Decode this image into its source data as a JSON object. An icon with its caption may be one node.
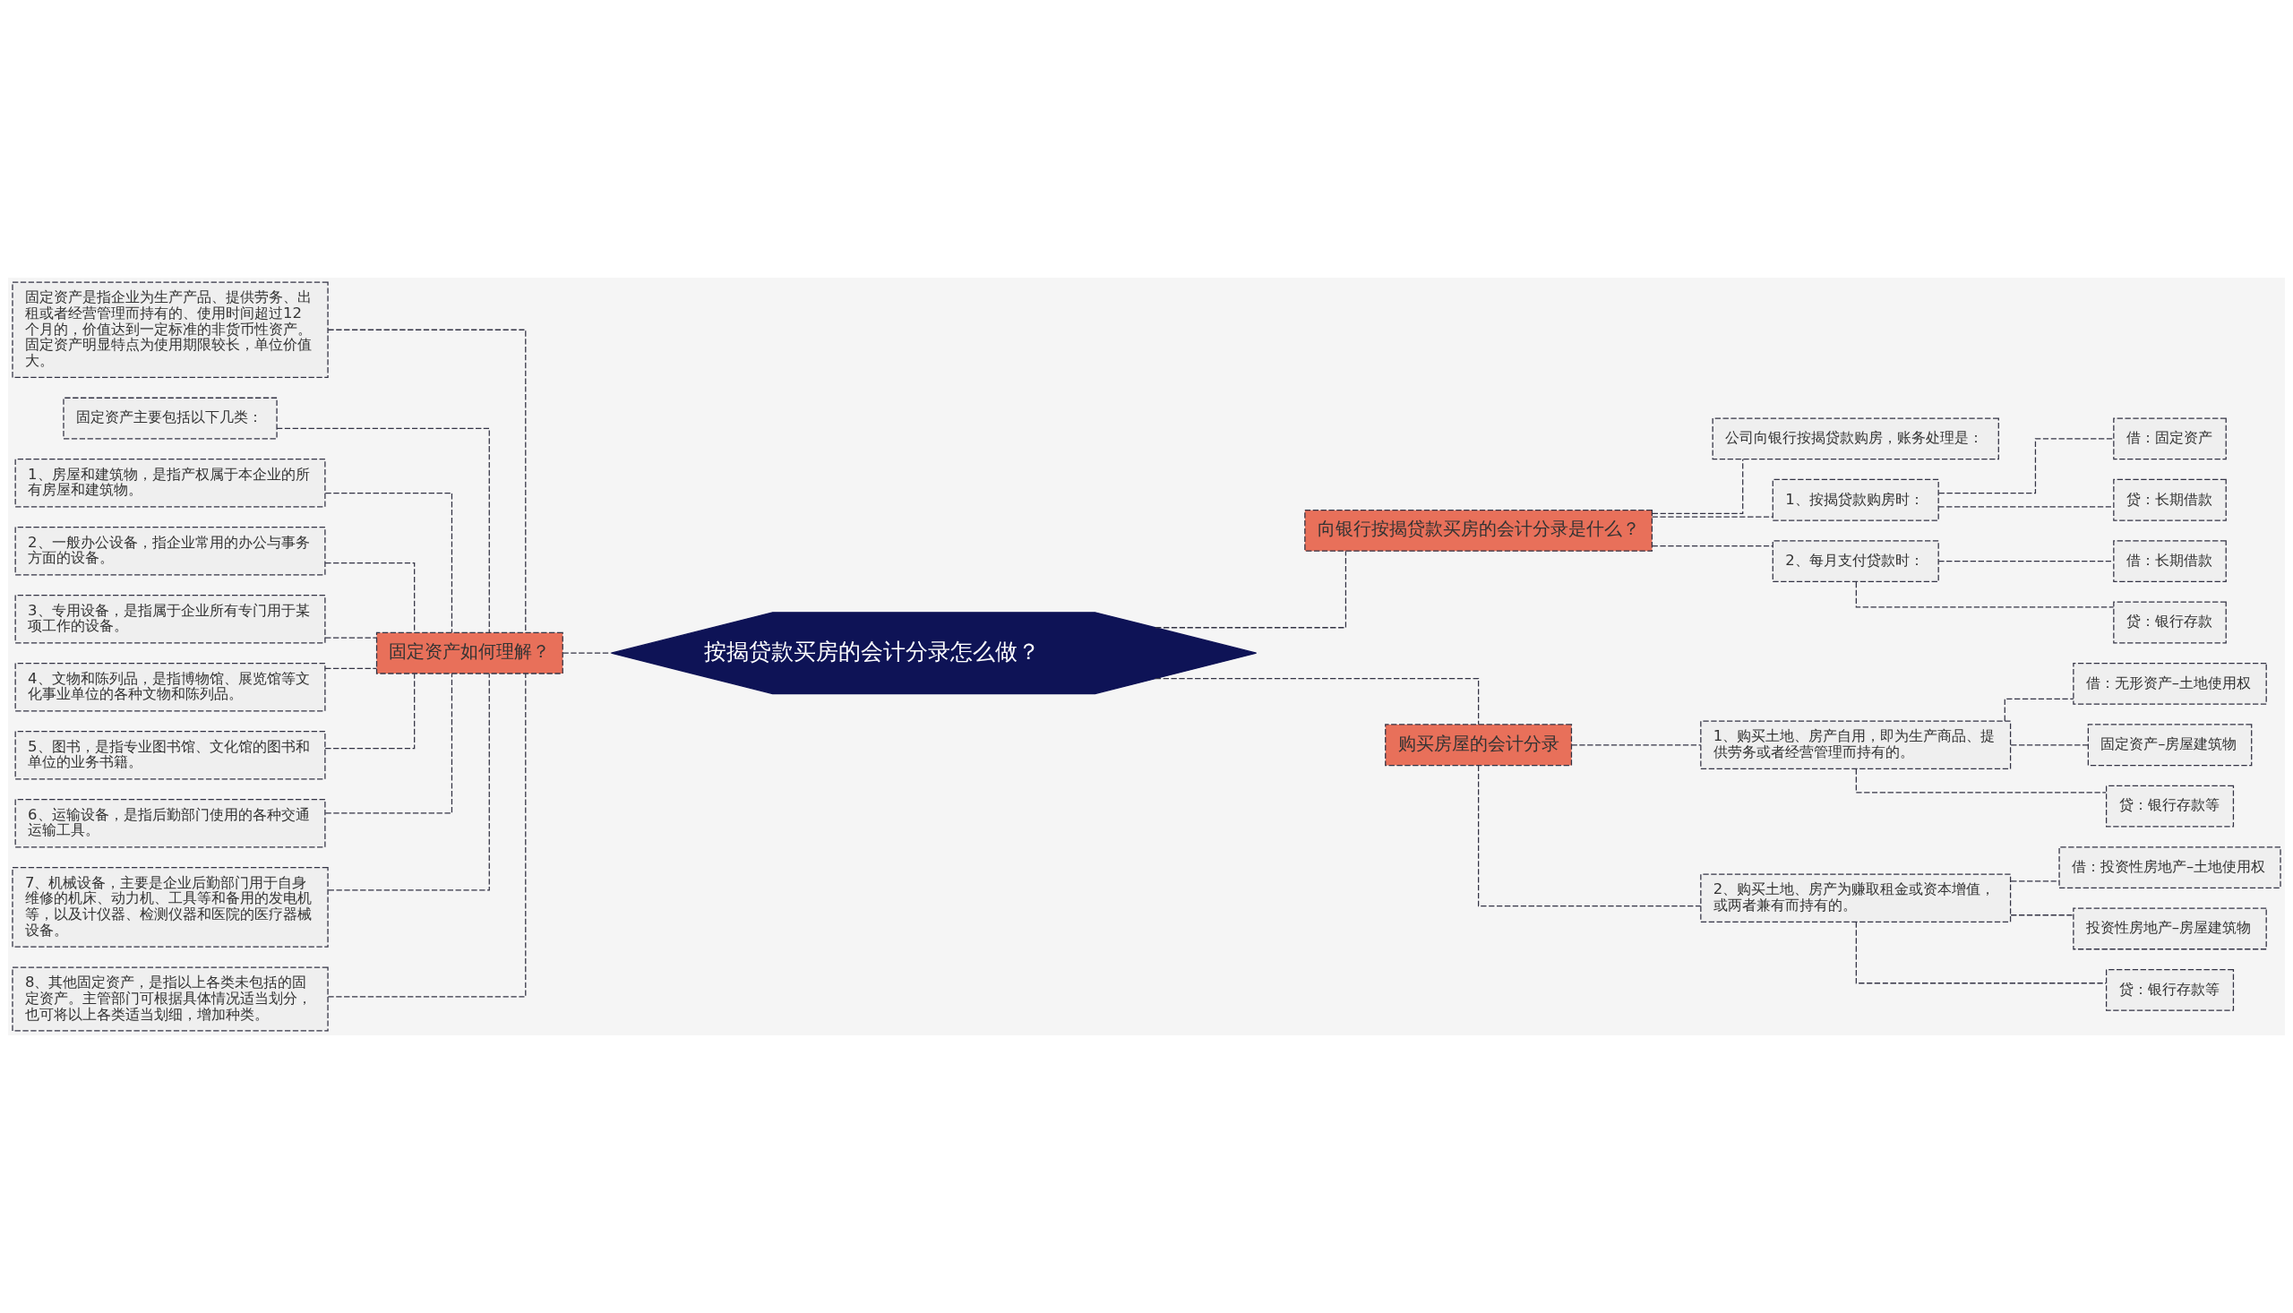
{
  "diagram": {
    "nodes": [
      {
        "text": [
          "按揭贷款买房的会计分录怎么做？"
        ]
      },
      {
        "text": [
          "固定资产如何理解？"
        ]
      },
      {
        "text": [
          "固定资产是指企业为生产产品、提供劳务、出租或者经营管理而持有的、使用时间超过12个月的，价值达到一定标准的非货币性资产。固定资产明显特点为使用期限较长，单位价值大。"
        ]
      },
      {
        "text": [
          "固定资产主要包括以下几类："
        ]
      },
      {
        "text": [
          "1、房屋和建筑物，是指产权属于本企业的所有房屋和建筑物。"
        ]
      },
      {
        "text": [
          "2、一般办公设备，指企业常用的办公与事务方面的设备。"
        ]
      },
      {
        "text": [
          "3、专用设备，是指属于企业所有专门用于某项工作的设备。"
        ]
      },
      {
        "text": [
          "4、文物和陈列品，是指博物馆、展览馆等文化事业单位的各种文物和陈列品。"
        ]
      },
      {
        "text": [
          "5、图书，是指专业图书馆、文化馆的图书和单位的业务书籍。"
        ]
      },
      {
        "text": [
          "6、运输设备，是指后勤部门使用的各种交通运输工具。"
        ]
      },
      {
        "text": [
          "7、机械设备，主要是企业后勤部门用于自身维修的机床、动力机、工具等和备用的发电机等，以及计仪器、检测仪器和医院的医疗器械设备。"
        ]
      },
      {
        "text": [
          "8、其他固定资产，是指以上各类未包括的固定资产。主管部门可根据具体情况适当划分，也可将以上各类适当划细，增加种类。"
        ]
      },
      {
        "text": [
          "向银行按揭贷款买房的会计分录是什么？"
        ]
      },
      {
        "text": [
          "公司向银行按揭贷款购房，账务处理是："
        ]
      },
      {
        "text": [
          "1、按揭贷款购房时："
        ]
      },
      {
        "text": [
          "借：固定资产"
        ]
      },
      {
        "text": [
          "贷：长期借款"
        ]
      },
      {
        "text": [
          "2、每月支付贷款时："
        ]
      },
      {
        "text": [
          "借：长期借款"
        ]
      },
      {
        "text": [
          "贷：银行存款"
        ]
      },
      {
        "text": [
          "购买房屋的会计分录"
        ]
      },
      {
        "text": [
          "1、购买土地、房产自用，即为生产商品、提供劳务或者经营管理而持有的。"
        ]
      },
      {
        "text": [
          "借：无形资产–土地使用权"
        ]
      },
      {
        "text": [
          "固定资产–房屋建筑物"
        ]
      },
      {
        "text": [
          "贷：银行存款等"
        ]
      },
      {
        "text": [
          "2、购买土地、房产为赚取租金或资本增值，或两者兼有而持有的。"
        ]
      },
      {
        "text": [
          "借：投资性房地产–土地使用权"
        ]
      },
      {
        "text": [
          "投资性房地产–房屋建筑物"
        ]
      },
      {
        "text": [
          "贷：银行存款等"
        ]
      }
    ],
    "edges": [
      {
        "from": 1,
        "to": 0,
        "arrow": "none"
      },
      {
        "from": 2,
        "to": 1,
        "arrow": "none"
      },
      {
        "from": 3,
        "to": 1,
        "arrow": "none"
      },
      {
        "from": 4,
        "to": 1,
        "arrow": "none"
      },
      {
        "from": 5,
        "to": 1,
        "arrow": "none"
      },
      {
        "from": 6,
        "to": 1,
        "arrow": "none"
      },
      {
        "from": 7,
        "to": 1,
        "arrow": "none"
      },
      {
        "from": 8,
        "to": 1,
        "arrow": "none"
      },
      {
        "from": 9,
        "to": 1,
        "arrow": "none"
      },
      {
        "from": 10,
        "to": 1,
        "arrow": "none"
      },
      {
        "from": 11,
        "to": 1,
        "arrow": "none"
      },
      {
        "from": 0,
        "to": 12,
        "arrow": "none"
      },
      {
        "from": 12,
        "to": 13,
        "arrow": "none"
      },
      {
        "from": 12,
        "to": 14,
        "arrow": "none"
      },
      {
        "from": 14,
        "to": 15,
        "arrow": "none"
      },
      {
        "from": 14,
        "to": 16,
        "arrow": "none"
      },
      {
        "from": 12,
        "to": 17,
        "arrow": "none"
      },
      {
        "from": 17,
        "to": 18,
        "arrow": "none"
      },
      {
        "from": 17,
        "to": 19,
        "arrow": "none"
      },
      {
        "from": 0,
        "to": 20,
        "arrow": "none"
      },
      {
        "from": 20,
        "to": 21,
        "arrow": "none"
      },
      {
        "from": 21,
        "to": 22,
        "arrow": "none"
      },
      {
        "from": 21,
        "to": 23,
        "arrow": "none"
      },
      {
        "from": 21,
        "to": 24,
        "arrow": "none"
      },
      {
        "from": 20,
        "to": 25,
        "arrow": "none"
      },
      {
        "from": 25,
        "to": 26,
        "arrow": "none"
      },
      {
        "from": 25,
        "to": 27,
        "arrow": "none"
      },
      {
        "from": 25,
        "to": 28,
        "arrow": "none"
      }
    ]
  }
}
